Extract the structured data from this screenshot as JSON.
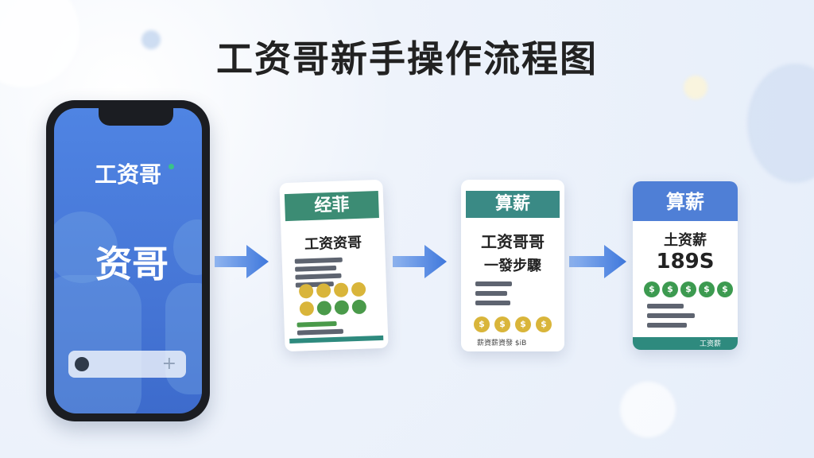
{
  "title": "工资哥新手操作流程图",
  "phone": {
    "logo": "工资哥",
    "big_text": "资哥",
    "bar_plus": "+"
  },
  "cards": [
    {
      "head": "经菲",
      "title": "工资资哥",
      "head_color": "#3c8c74"
    },
    {
      "head": "算薪",
      "title_line1": "工资哥哥",
      "title_line2": "一發步驟",
      "footer": "薪資薪資發 $iB",
      "head_color": "#3a8a85"
    },
    {
      "head": "算薪",
      "title_line1": "土资薪",
      "amount": "189S",
      "footer": "工资薪",
      "head_color": "#4f7fd6"
    }
  ],
  "coin_symbol": "$",
  "colors": {
    "accent_blue": "#4f84e3",
    "teal": "#2e8a7e",
    "coin_gold": "#d9b53a",
    "coin_green": "#4a9a4a"
  }
}
